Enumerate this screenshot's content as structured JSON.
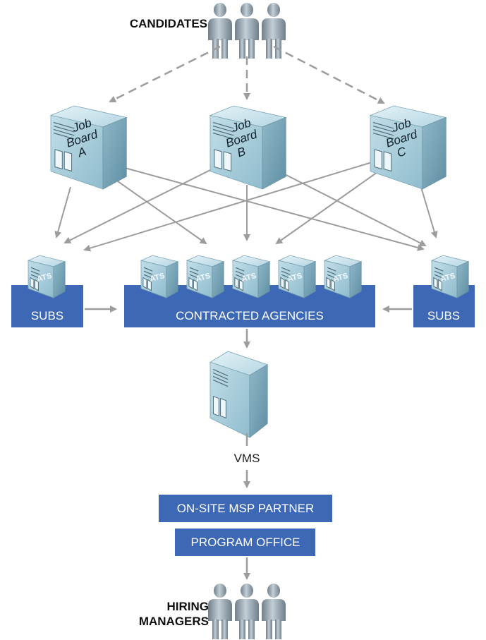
{
  "labels": {
    "candidates": "CANDIDATES",
    "hiring_1": "HIRING",
    "hiring_2": "MANAGERS",
    "subs_left": "SUBS",
    "subs_right": "SUBS",
    "contracted": "CONTRACTED AGENCIES",
    "vms": "VMS",
    "msp": "ON-SITE MSP PARTNER",
    "program": "PROGRAM OFFICE"
  },
  "job_boards": [
    {
      "line1": "Job",
      "line2": "Board",
      "line3": "A"
    },
    {
      "line1": "Job",
      "line2": "Board",
      "line3": "B"
    },
    {
      "line1": "Job",
      "line2": "Board",
      "line3": "C"
    }
  ],
  "ats_label": "ATS",
  "colors": {
    "box_blue": "#3d68b6",
    "arrow_gray": "#9a9c9e",
    "server_light": "#c8e2ec",
    "server_mid": "#9cc4d4",
    "server_dark": "#6e9bb0",
    "person": "#8a9aa6"
  },
  "icons": [
    "people-icon",
    "server-icon",
    "ats-server-icon"
  ]
}
